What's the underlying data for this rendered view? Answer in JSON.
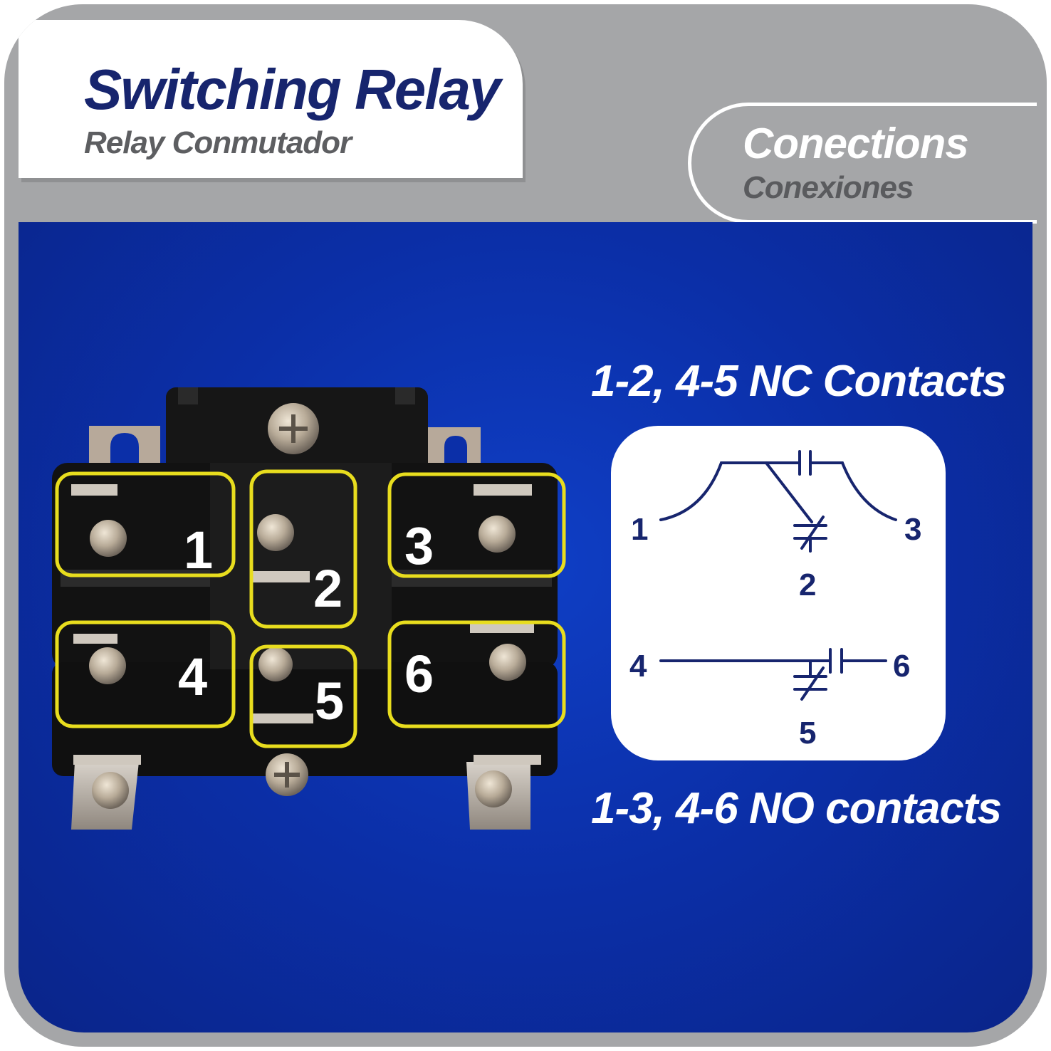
{
  "header": {
    "title": "Switching Relay",
    "subtitle": "Relay Conmutador"
  },
  "connections_tab": {
    "title": "Conections",
    "subtitle": "Conexiones"
  },
  "captions": {
    "nc": "1-2, 4-5 NC Contacts",
    "no": "1-3, 4-6 NO contacts"
  },
  "relay_photo": {
    "terminal_labels": [
      "1",
      "2",
      "3",
      "4",
      "5",
      "6"
    ],
    "highlight_color": "#e8dd1e"
  },
  "schematic": {
    "upper": {
      "left": "1",
      "middle": "2",
      "right": "3"
    },
    "lower": {
      "left": "4",
      "middle": "5",
      "right": "6"
    },
    "line_color": "#17256e"
  },
  "colors": {
    "frame": "#a5a6a8",
    "panel": "#0b2fa8",
    "title": "#17256e",
    "subtitle": "#5d5e61"
  }
}
